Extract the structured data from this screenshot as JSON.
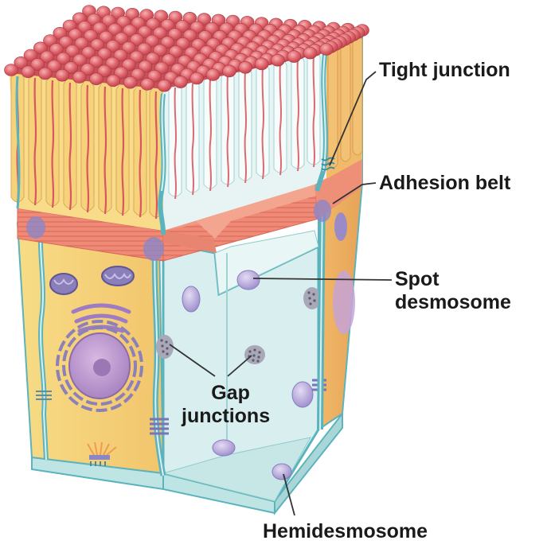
{
  "colors": {
    "cell_yellow": "#f6d67c",
    "cell_orange": "#efb767",
    "cytoplasm_pale": "#d9efef",
    "membrane_teal": "#5bb3bd",
    "microvilli_red": "#d9575f",
    "microvilli_tip": "#e57c81",
    "adhesion_belt": "#ee8472",
    "junction_purple": "#8b86c8",
    "organelle_purple": "#b89fd0",
    "basal_lamina": "#bfe4e4",
    "leader_line": "#333333"
  },
  "labels": {
    "tight_junction": "Tight junction",
    "adhesion_belt": "Adhesion belt",
    "spot_desmosome": [
      "Spot",
      "desmosome"
    ],
    "gap_junctions": [
      "Gap",
      "junctions"
    ],
    "hemidesmosome": "Hemidesmosome"
  }
}
